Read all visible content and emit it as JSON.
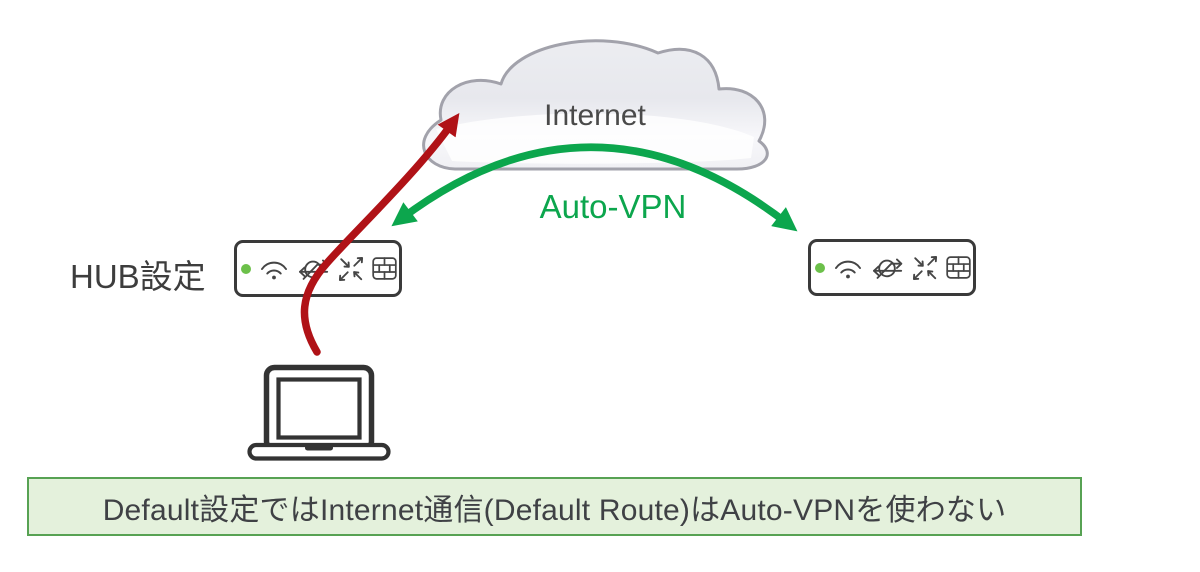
{
  "labels": {
    "internet": "Internet",
    "auto_vpn": "Auto-VPN",
    "hub": "HUB設定",
    "banner": "Default設定ではInternet通信(Default Route)はAuto-VPNを使わない"
  },
  "colors": {
    "vpn_green": "#0ca64d",
    "route_red": "#b01217",
    "led_green": "#6cc04a",
    "icon_gray": "#454545",
    "device_border": "#3a3a3a",
    "laptop_gray": "#333333",
    "text_dark": "#3f4145",
    "cloud_border": "#a2a2ab",
    "banner_bg": "#e4f1dc",
    "banner_border": "#57a253"
  },
  "devices": [
    {
      "id": "hub",
      "icons": [
        "status-led",
        "wifi",
        "traffic-shaping",
        "routing-arrows",
        "firewall"
      ]
    },
    {
      "id": "spoke",
      "icons": [
        "status-led",
        "wifi",
        "traffic-shaping",
        "routing-arrows",
        "firewall"
      ]
    }
  ],
  "connections": [
    {
      "name": "default-route",
      "from": "laptop",
      "to": "internet",
      "color": "#b01217"
    },
    {
      "name": "auto-vpn-tunnel",
      "from": "hub",
      "to": "spoke",
      "label": "Auto-VPN",
      "color": "#0ca64d"
    }
  ]
}
